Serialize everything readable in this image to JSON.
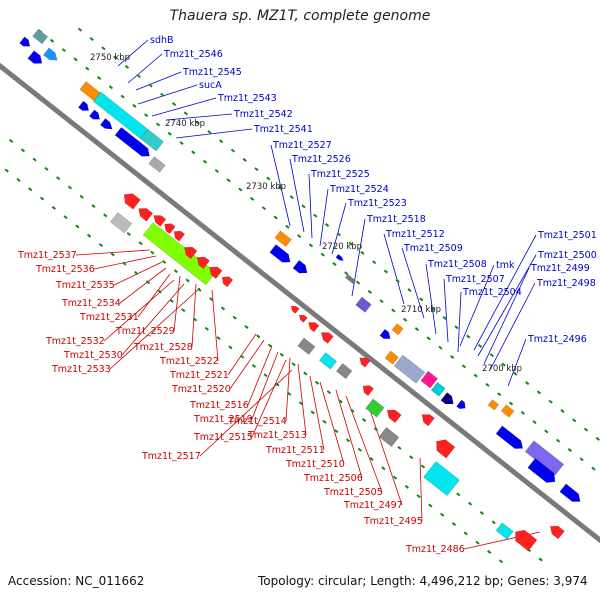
{
  "title": "Thauera sp. MZ1T, complete genome",
  "footer": {
    "accession": "Accession: NC_011662",
    "summary": "Topology: circular; Length: 4,496,212 bp; Genes: 3,974"
  },
  "colors": {
    "forward_label": "#0000cc",
    "reverse_label": "#cc0000",
    "axis": "#777777",
    "tick": "#118811"
  },
  "scale_labels": [
    "2750 kbp",
    "2740 kbp",
    "2730 kbp",
    "2720 kbp",
    "2710 kbp",
    "2700 kbp"
  ],
  "forward_genes": [
    "sdhB",
    "Tmz1t_2546",
    "Tmz1t_2545",
    "sucA",
    "Tmz1t_2543",
    "Tmz1t_2542",
    "Tmz1t_2541",
    "Tmz1t_2527",
    "Tmz1t_2526",
    "Tmz1t_2525",
    "Tmz1t_2524",
    "Tmz1t_2523",
    "Tmz1t_2518",
    "Tmz1t_2512",
    "Tmz1t_2509",
    "Tmz1t_2508",
    "Tmz1t_2507",
    "Tmz1t_2504",
    "tmk",
    "Tmz1t_2501",
    "Tmz1t_2500",
    "Tmz1t_2499",
    "Tmz1t_2498",
    "Tmz1t_2496"
  ],
  "reverse_genes": [
    "Tmz1t_2537",
    "Tmz1t_2536",
    "Tmz1t_2535",
    "Tmz1t_2534",
    "Tmz1t_2531",
    "Tmz1t_2532",
    "Tmz1t_2529",
    "Tmz1t_2530",
    "Tmz1t_2528",
    "Tmz1t_2533",
    "Tmz1t_2522",
    "Tmz1t_2521",
    "Tmz1t_2520",
    "Tmz1t_2516",
    "Tmz1t_2519",
    "Tmz1t_2514",
    "Tmz1t_2515",
    "Tmz1t_2513",
    "Tmz1t_2517",
    "Tmz1t_2511",
    "Tmz1t_2510",
    "Tmz1t_2506",
    "Tmz1t_2505",
    "Tmz1t_2497",
    "Tmz1t_2495",
    "Tmz1t_2486"
  ]
}
